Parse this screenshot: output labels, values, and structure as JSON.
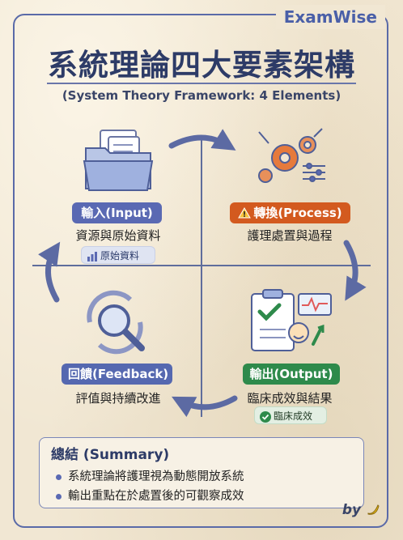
{
  "brand": "ExamWise",
  "title": "系統理論四大要素架構",
  "subtitle": "(System Theory Framework: 4 Elements)",
  "elements": {
    "input": {
      "label": "輸入(Input)",
      "description": "資源與原始資料",
      "chip": "原始資料",
      "color": "#5a69b3"
    },
    "process": {
      "label": "轉換(Process)",
      "description": "護理處置與過程",
      "color": "#d35a1f",
      "icon": "warning-icon"
    },
    "output": {
      "label": "輸出(Output)",
      "description": "臨床成效與結果",
      "chip": "臨床成效",
      "color": "#2e8a4b"
    },
    "feedback": {
      "label": "回饋(Feedback)",
      "description": "評值與持續改進",
      "color": "#5568b0"
    }
  },
  "summary": {
    "title": "總結 (Summary)",
    "items": [
      "系統理論將護理視為動態開放系統",
      "輸出重點在於處置後的可觀察成效"
    ]
  },
  "signature": "by"
}
